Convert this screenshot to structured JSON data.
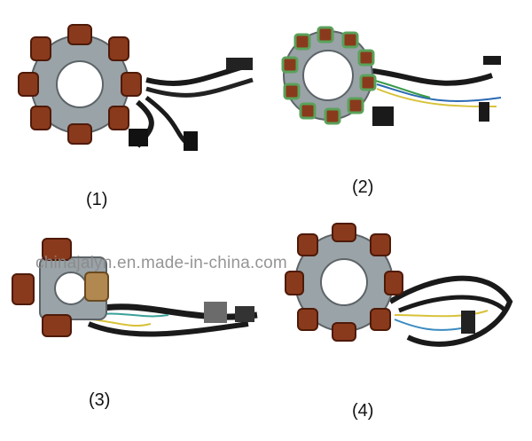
{
  "watermark": "chinajalyn.en.made-in-china.com",
  "labels": {
    "p1": "(1)",
    "p2": "(2)",
    "p3": "(3)",
    "p4": "(4)"
  },
  "colors": {
    "coil": "#8a3a1c",
    "coil_dark": "#4e1a08",
    "plate": "#9aa3a8",
    "wire": "#1a1a1a",
    "insulator": "#5aa25a"
  }
}
